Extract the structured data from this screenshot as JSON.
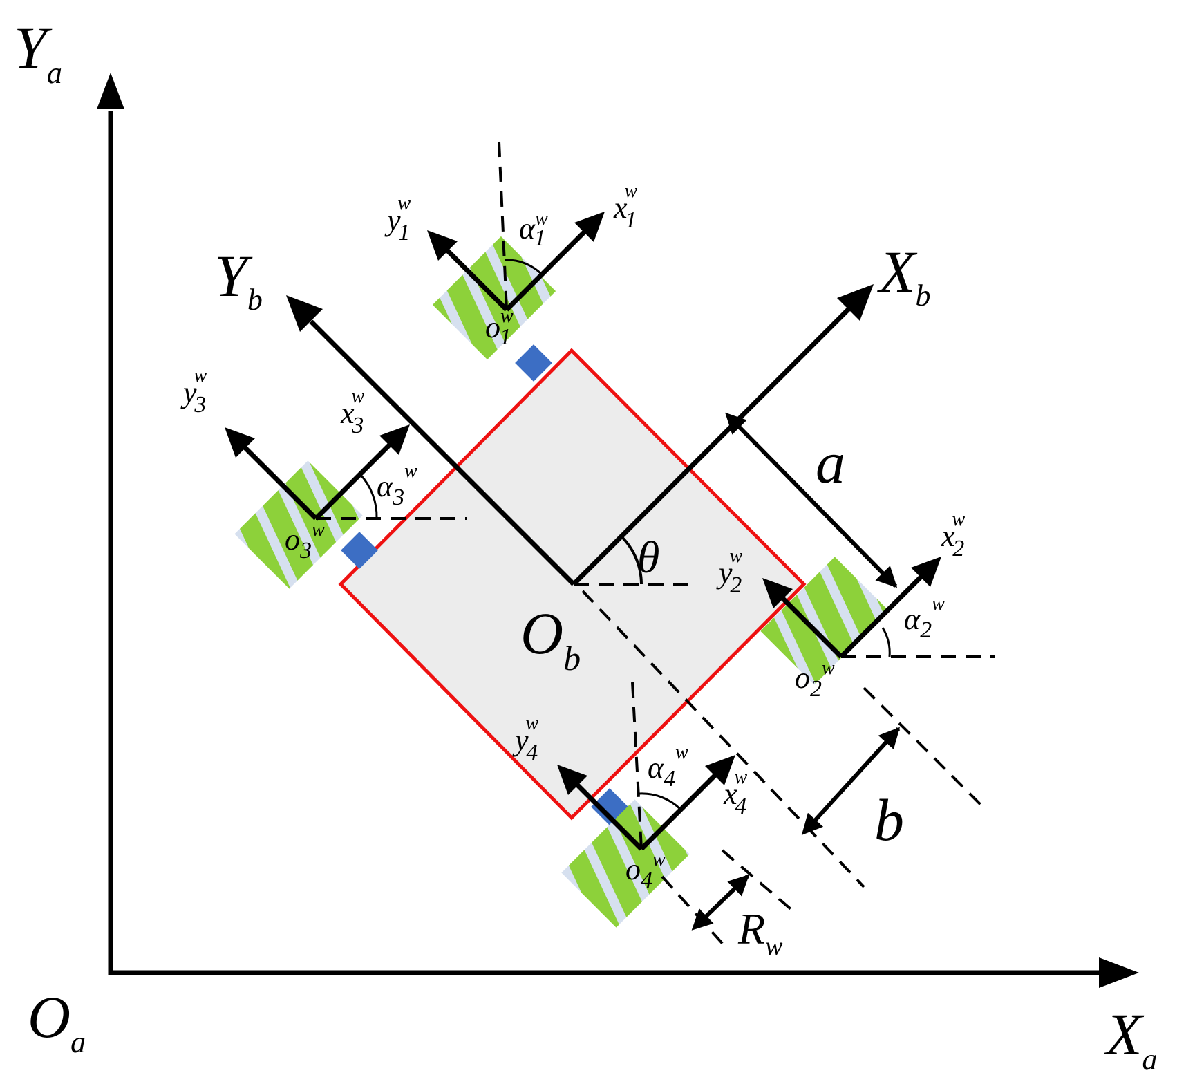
{
  "global_frame": {
    "origin": {
      "main": "O",
      "sub": "a"
    },
    "x_axis": {
      "main": "X",
      "sub": "a"
    },
    "y_axis": {
      "main": "Y",
      "sub": "a"
    }
  },
  "body_frame": {
    "origin": {
      "main": "O",
      "sub": "b"
    },
    "x_axis": {
      "main": "X",
      "sub": "b"
    },
    "y_axis": {
      "main": "Y",
      "sub": "b"
    },
    "angle": "θ"
  },
  "dimensions": {
    "a": "a",
    "b": "b",
    "wheel_radius": {
      "main": "R",
      "sub": "w"
    }
  },
  "wheels": [
    {
      "x": "x",
      "y": "y",
      "origin": "o",
      "alpha": "α",
      "index": "1",
      "sup": "w"
    },
    {
      "x": "x",
      "y": "y",
      "origin": "o",
      "alpha": "α",
      "index": "2",
      "sup": "w"
    },
    {
      "x": "x",
      "y": "y",
      "origin": "o",
      "alpha": "α",
      "index": "3",
      "sup": "w"
    },
    {
      "x": "x",
      "y": "y",
      "origin": "o",
      "alpha": "α",
      "index": "4",
      "sup": "w"
    }
  ],
  "colors": {
    "body_fill": "#ececec",
    "body_stroke": "#ee1111",
    "wheel_green": "#8dd13a",
    "wheel_stripe": "#d6e0ef",
    "motor_blue": "#3c6ec4",
    "ink": "#000000"
  }
}
